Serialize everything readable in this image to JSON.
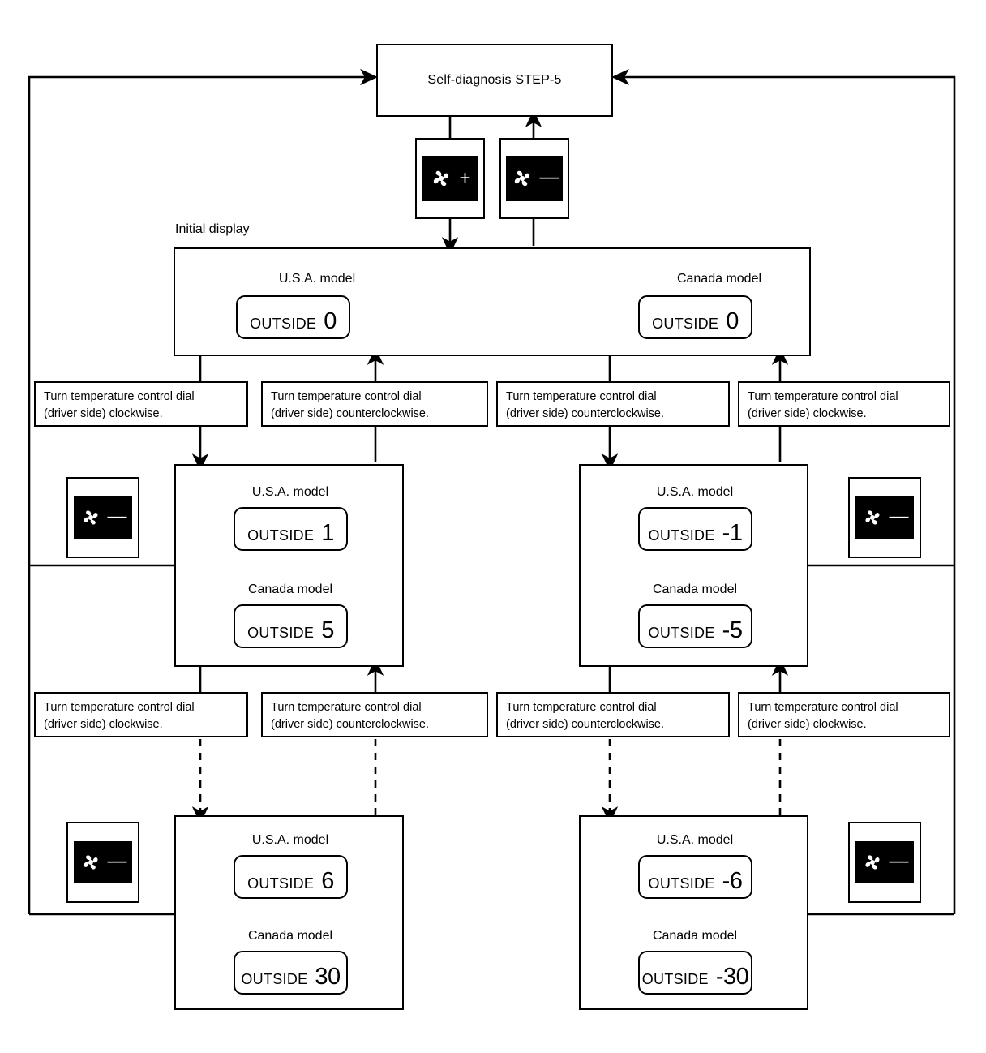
{
  "diagram": {
    "title": "Self-diagnosis STEP-5",
    "initial_display_label": "Initial display",
    "usa_label": "U.S.A. model",
    "canada_label": "Canada model",
    "lcd_word": "OUTSIDE"
  },
  "buttons": {
    "fan_up": {
      "icon": "fan-icon",
      "sign": "+",
      "name": "fan-plus-button"
    },
    "fan_down": {
      "icon": "fan-icon",
      "sign": "—",
      "name": "fan-minus-button"
    },
    "side_left_mid": {
      "icon": "fan-icon",
      "sign": "—"
    },
    "side_right_mid": {
      "icon": "fan-icon",
      "sign": "—"
    },
    "side_left_bottom": {
      "icon": "fan-icon",
      "sign": "—"
    },
    "side_right_bottom": {
      "icon": "fan-icon",
      "sign": "—"
    }
  },
  "instructions": {
    "row1": [
      {
        "line1": "Turn temperature control dial",
        "line2": "(driver side) clockwise."
      },
      {
        "line1": "Turn temperature control dial",
        "line2": "(driver side) counterclockwise."
      },
      {
        "line1": "Turn temperature control dial",
        "line2": "(driver side) counterclockwise."
      },
      {
        "line1": "Turn temperature control dial",
        "line2": "(driver side) clockwise."
      }
    ],
    "row2": [
      {
        "line1": "Turn temperature control dial",
        "line2": "(driver side) clockwise."
      },
      {
        "line1": "Turn temperature control dial",
        "line2": "(driver side) counterclockwise."
      },
      {
        "line1": "Turn temperature control dial",
        "line2": "(driver side) counterclockwise."
      },
      {
        "line1": "Turn temperature control dial",
        "line2": "(driver side) clockwise."
      }
    ]
  },
  "states": {
    "initial": {
      "usa_value": "0",
      "canada_value": "0"
    },
    "mid_left": {
      "usa_value": "1",
      "canada_value": "5"
    },
    "mid_right": {
      "usa_value": "-1",
      "canada_value": "-5"
    },
    "bottom_left": {
      "usa_value": "6",
      "canada_value": "30"
    },
    "bottom_right": {
      "usa_value": "-6",
      "canada_value": "-30"
    }
  },
  "colors": {
    "line": "#000000",
    "background": "#ffffff",
    "plate": "#000000"
  }
}
